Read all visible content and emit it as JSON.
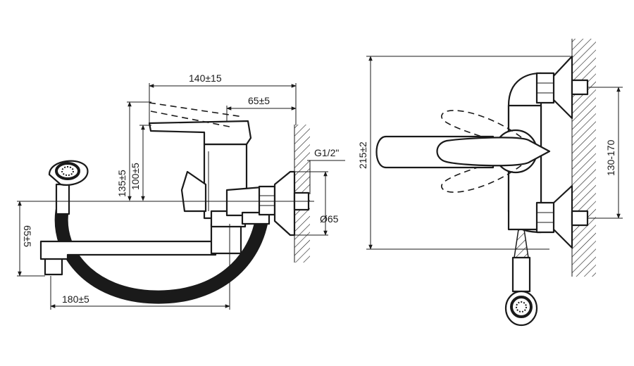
{
  "colors": {
    "stroke": "#1a1a1a",
    "background": "#ffffff"
  },
  "side_view": {
    "dim_top_width": "140±15",
    "dim_handle_offset": "65±5",
    "dim_height_total": "135±5",
    "dim_height_body": "100±5",
    "dim_spout_height": "65±5",
    "dim_spout_length": "180±5",
    "thread": "G1/2\"",
    "flange_diameter": "Ø65"
  },
  "front_view": {
    "dim_height": "215±2",
    "dim_centres": "130-170"
  }
}
